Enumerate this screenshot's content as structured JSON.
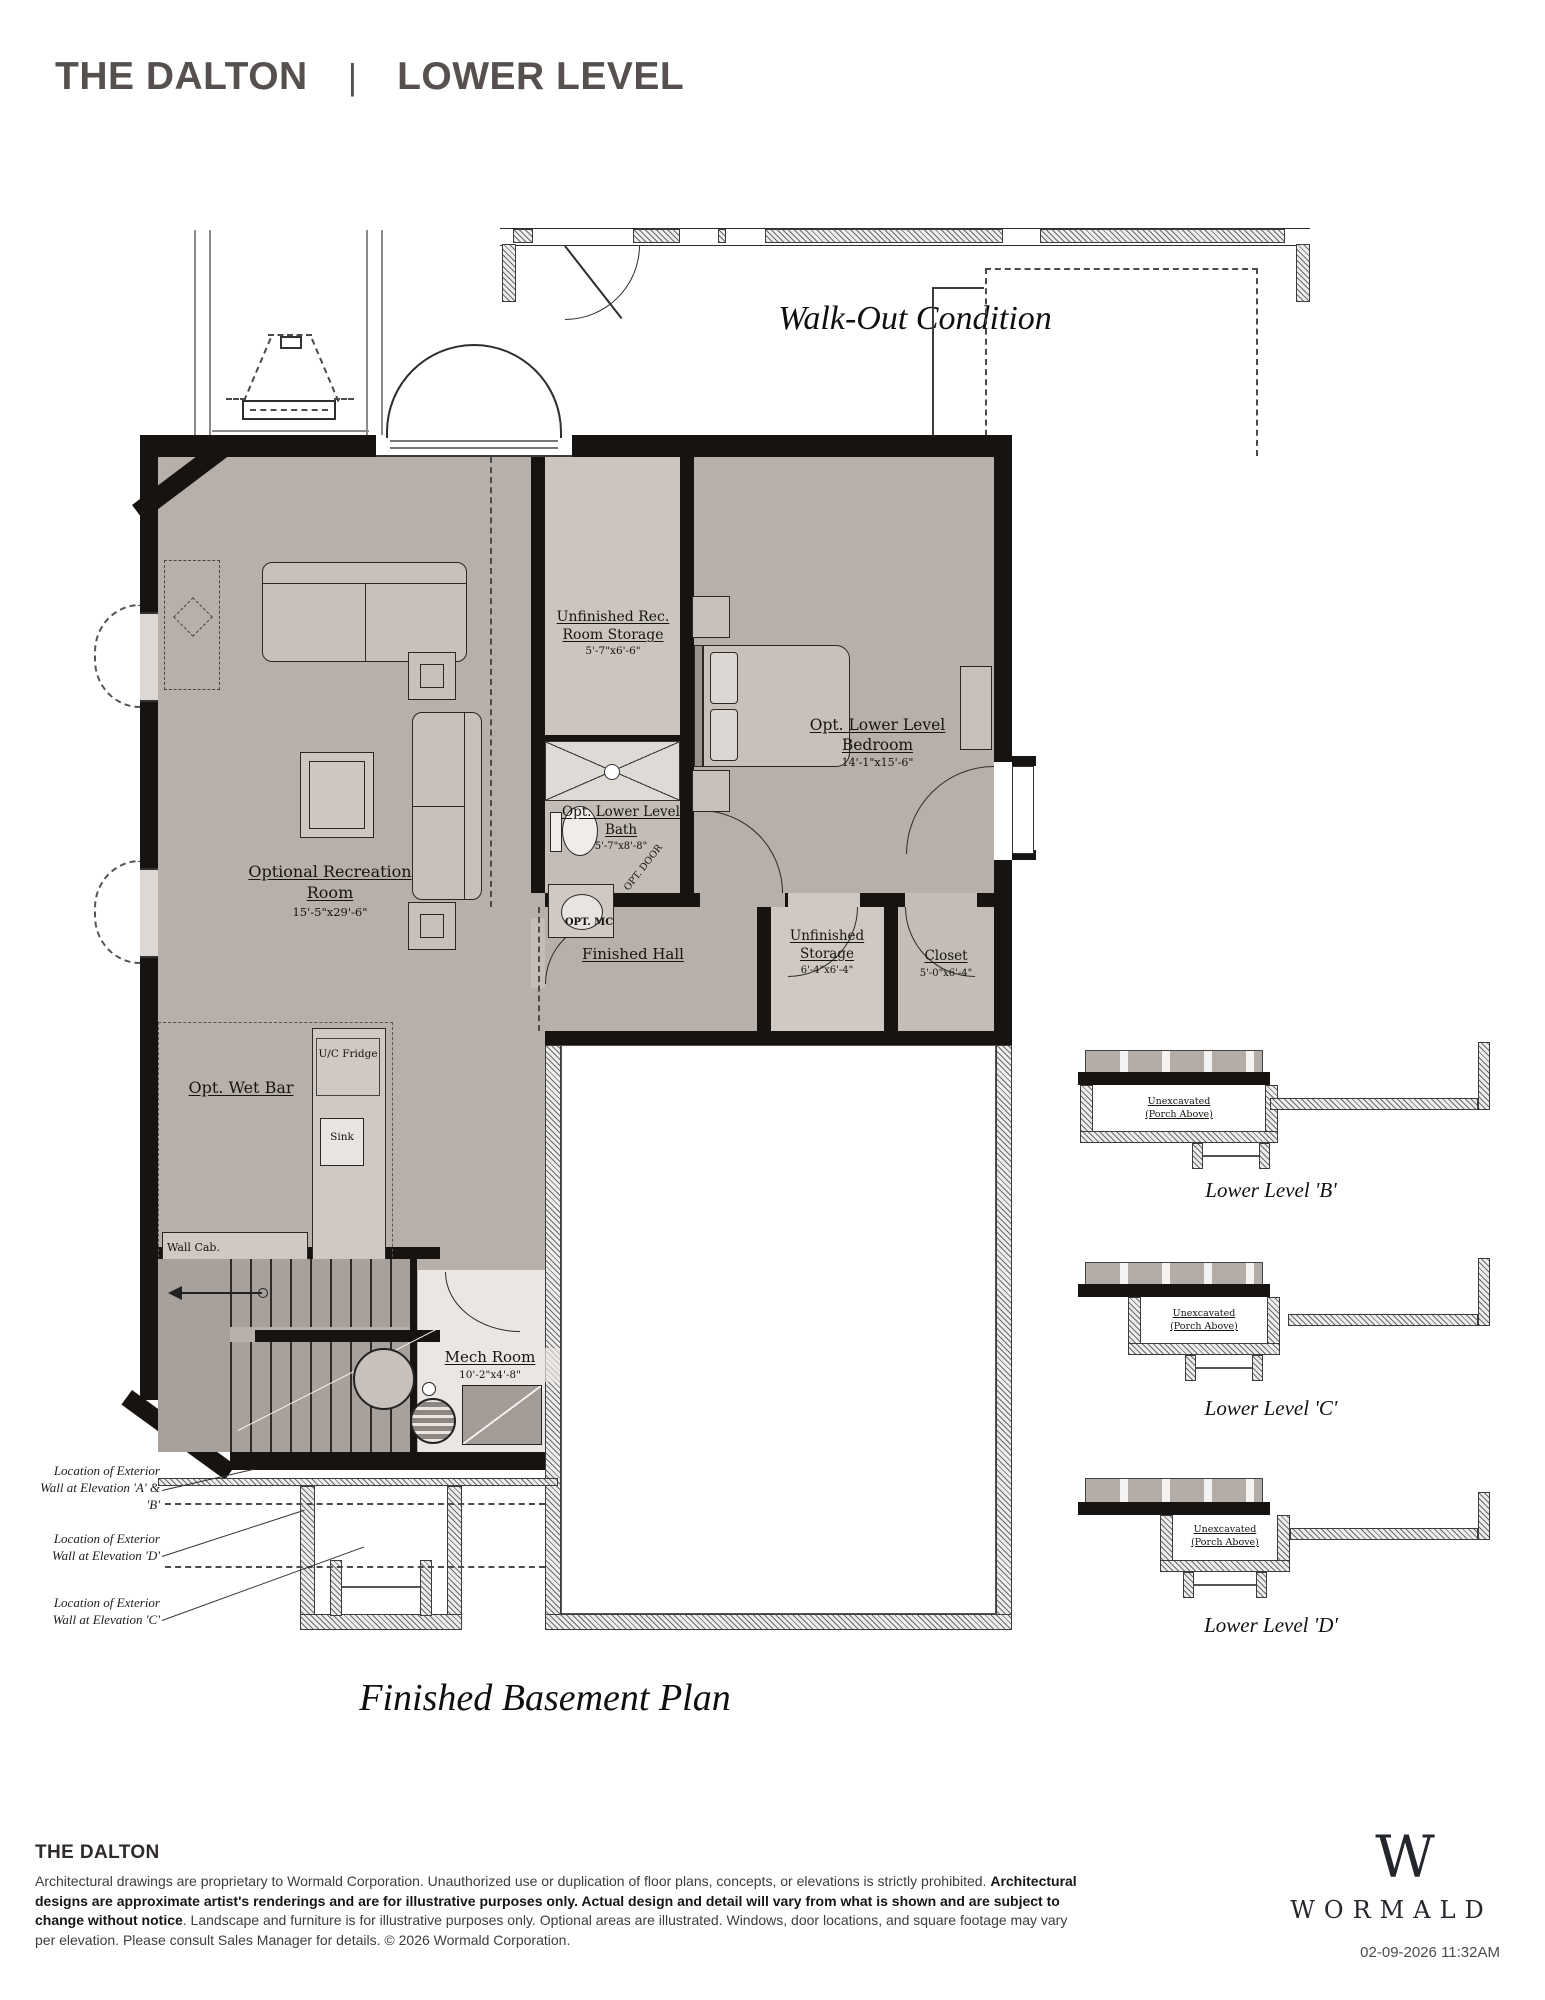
{
  "header": {
    "plan_name": "THE DALTON",
    "divider": "|",
    "level_name": "LOWER LEVEL"
  },
  "plan": {
    "walkout_condition_label": "Walk-Out Condition",
    "plan_title": "Finished Basement Plan",
    "rooms": {
      "recreation": {
        "name": "Optional Recreation Room",
        "dims": "15'-5\"x29'-6\""
      },
      "rec_storage": {
        "name": "Unfinished Rec. Room Storage",
        "dims": "5'-7\"x6'-6\""
      },
      "bath": {
        "name": "Opt. Lower Level Bath",
        "dims": "5'-7\"x8'-8\""
      },
      "bedroom": {
        "name": "Opt. Lower Level Bedroom",
        "dims": "14'-1\"x15'-6\""
      },
      "hall": {
        "name": "Finished Hall"
      },
      "storage": {
        "name": "Unfinished Storage",
        "dims": "6'-4\"x6'-4\""
      },
      "closet": {
        "name": "Closet",
        "dims": "5'-0\"x6'-4\""
      },
      "mech": {
        "name": "Mech Room",
        "dims": "10'-2\"x4'-8\""
      },
      "wet_bar": {
        "name": "Opt. Wet Bar"
      }
    },
    "fixtures": {
      "uc_fridge": "U/C Fridge",
      "sink": "Sink",
      "wall_cab": "Wall Cab.",
      "opt_mc": "OPT. MC",
      "opt_door": "OPT. DOOR"
    },
    "elevation_notes": [
      "Location of Exterior Wall at Elevation 'A' & 'B'",
      "Location of Exterior Wall at Elevation 'D'",
      "Location of Exterior Wall at Elevation 'C'"
    ]
  },
  "insets": [
    {
      "label": "Lower Level 'B'",
      "note1": "Unexcavated",
      "note2": "(Porch Above)"
    },
    {
      "label": "Lower Level 'C'",
      "note1": "Unexcavated",
      "note2": "(Porch Above)"
    },
    {
      "label": "Lower Level 'D'",
      "note1": "Unexcavated",
      "note2": "(Porch Above)"
    }
  ],
  "footer": {
    "plan_name": "THE DALTON",
    "disclaimer_normal_1": "Architectural drawings are proprietary to Wormald Corporation. Unauthorized use or duplication of floor plans, concepts, or elevations is strictly prohibited. ",
    "disclaimer_bold": "Architectural designs are approximate artist's renderings and are for illustrative purposes only. Actual design and detail will vary from what is shown and are subject to change without notice",
    "disclaimer_normal_2": ". Landscape and furniture is for illustrative purposes only. Optional areas are illustrated. Windows, door locations, and square footage may vary per elevation. Please consult Sales Manager for details. © 2026 Wormald Corporation.",
    "logo_letter": "W",
    "logo_name": "WORMALD",
    "timestamp": "02-09-2026 11:32AM"
  },
  "colors": {
    "title": "#56504e",
    "wall": "#171310",
    "room_dark": "#b6afaa",
    "room_light": "#cbc4bf"
  }
}
